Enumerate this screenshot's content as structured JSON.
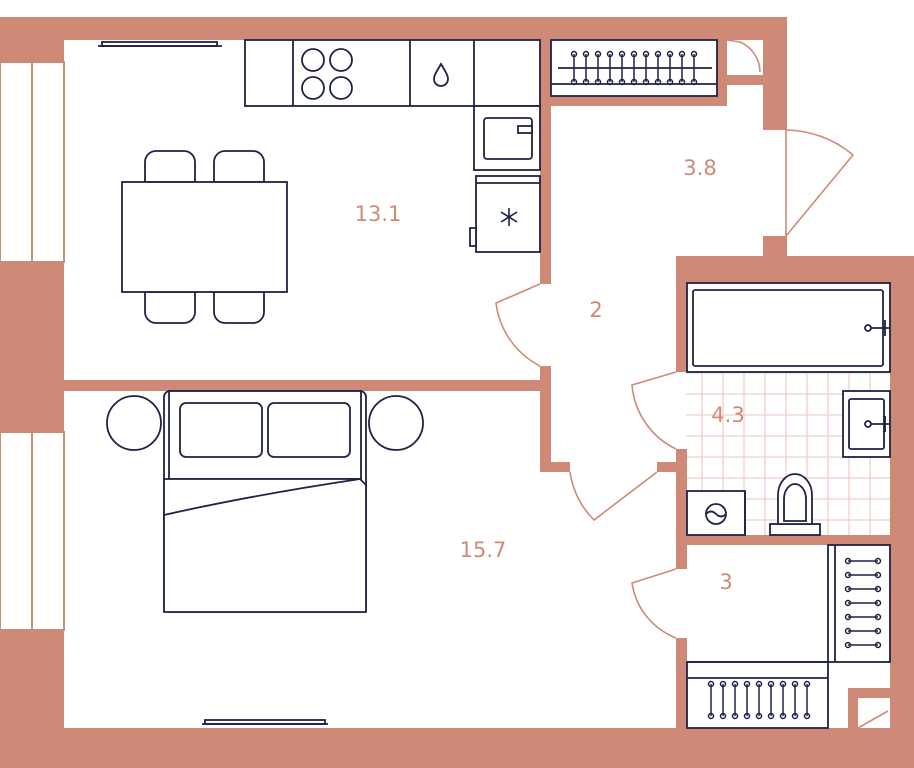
{
  "colors": {
    "wall": "#cf8a77",
    "furniture": "#1e2246",
    "label": "#cf8a77",
    "tile": "#f1d1c7",
    "background": "#ffffff"
  },
  "rooms": [
    {
      "id": "kitchen-living",
      "area": "13.1"
    },
    {
      "id": "entrance",
      "area": "3.8"
    },
    {
      "id": "corridor",
      "area": "2"
    },
    {
      "id": "bathroom",
      "area": "4.3"
    },
    {
      "id": "bedroom",
      "area": "15.7"
    },
    {
      "id": "wardrobe",
      "area": "3"
    }
  ],
  "icons": {
    "sink": "water-drop-icon",
    "fridge": "snowflake-icon",
    "washer": "washing-machine-icon"
  }
}
